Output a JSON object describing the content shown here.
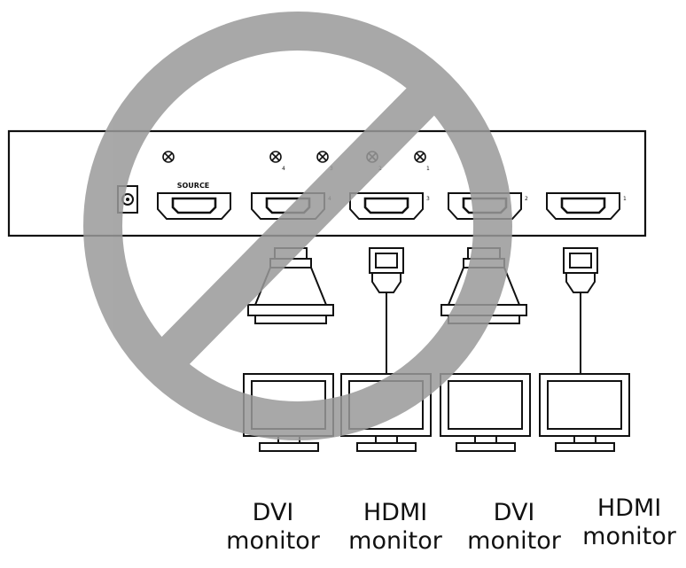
{
  "device": {
    "source_port_label": "SOURCE",
    "port_numbers": [
      "4",
      "3",
      "2",
      "1"
    ]
  },
  "monitors": [
    {
      "type": "DVI",
      "word": "monitor"
    },
    {
      "type": "HDMI",
      "word": "monitor"
    },
    {
      "type": "DVI",
      "word": "monitor"
    },
    {
      "type": "HDMI",
      "word": "monitor"
    }
  ],
  "prohibition_sign": {
    "color": "#9a9a9a"
  }
}
